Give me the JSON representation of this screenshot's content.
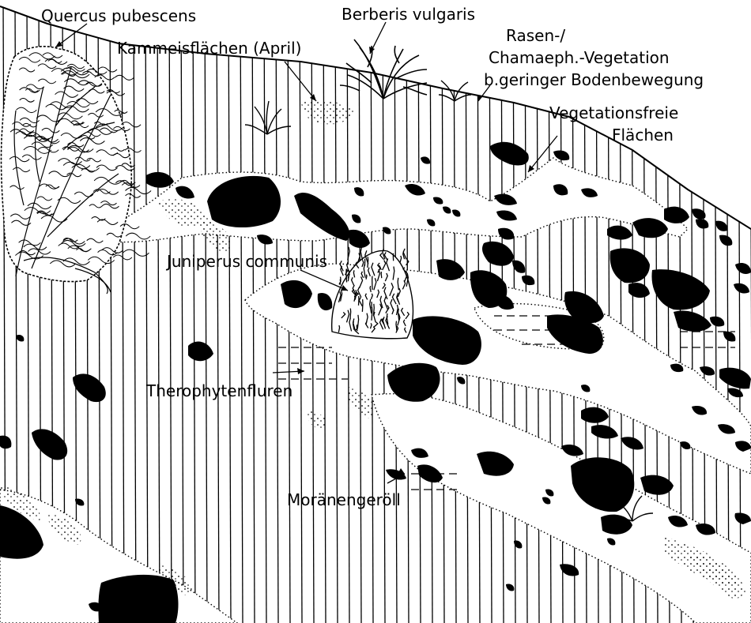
{
  "figure": {
    "labels": {
      "quercus": "Quercus pubescens",
      "berberis": "Berberis vulgaris",
      "kammeis": "Kammeisflächen (April)",
      "rasen_1": "Rasen-/",
      "rasen_2": "Chamaeph.-Vegetation",
      "rasen_3": "b.geringer Bodenbewegung",
      "vegfrei_1": "Vegetationsfreie",
      "vegfrei_2": "Flächen",
      "juniperus": "Juniperus communis",
      "therophyten": "Therophytenfluren",
      "moraene": "Moränengeröll"
    },
    "colors": {
      "ink": "#000000",
      "paper": "#ffffff"
    },
    "icons": [
      "oak-tree-icon",
      "barberry-shrub-icon",
      "juniper-shrub-icon",
      "small-shrub-icon"
    ]
  }
}
